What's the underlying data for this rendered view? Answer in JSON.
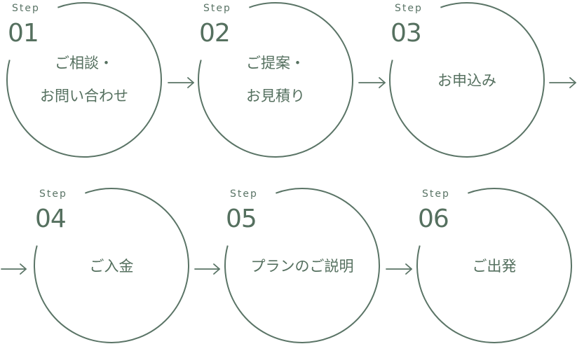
{
  "colors": {
    "accent": "#5a7466",
    "text": "#55705f",
    "background": "#ffffff"
  },
  "steps": [
    {
      "step_word": "Step",
      "number": "01",
      "label_lines": [
        "ご相談・",
        "お問い合わせ"
      ]
    },
    {
      "step_word": "Step",
      "number": "02",
      "label_lines": [
        "ご提案・",
        "お見積り"
      ]
    },
    {
      "step_word": "Step",
      "number": "03",
      "label_lines": [
        "お申込み"
      ]
    },
    {
      "step_word": "Step",
      "number": "04",
      "label_lines": [
        "ご入金"
      ]
    },
    {
      "step_word": "Step",
      "number": "05",
      "label_lines": [
        "プランのご説明"
      ]
    },
    {
      "step_word": "Step",
      "number": "06",
      "label_lines": [
        "ご出発"
      ]
    }
  ],
  "arrows": [
    {
      "icon": "arrow-right-icon",
      "from": "01",
      "to": "02"
    },
    {
      "icon": "arrow-right-icon",
      "from": "02",
      "to": "03"
    },
    {
      "icon": "arrow-right-icon",
      "from": "03",
      "to": "04"
    },
    {
      "icon": "arrow-right-icon",
      "from": "03",
      "to": "04"
    },
    {
      "icon": "arrow-right-icon",
      "from": "04",
      "to": "05"
    },
    {
      "icon": "arrow-right-icon",
      "from": "05",
      "to": "06"
    }
  ]
}
